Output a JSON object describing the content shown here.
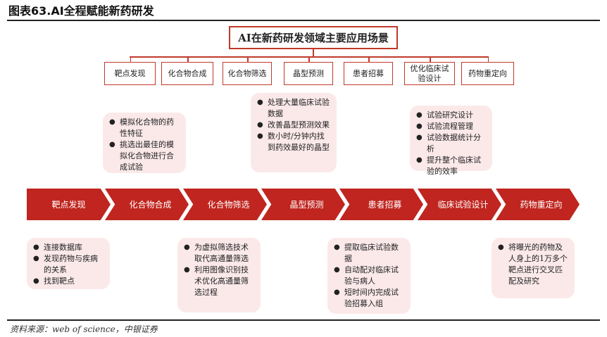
{
  "title": "图表63.AI全程赋能新药研发",
  "top_box": "AI在新药研发领域主要应用场景",
  "categories": [
    "靶点发现",
    "化合物合成",
    "化合物筛选",
    "晶型预测",
    "患者招募",
    "优化临床试验设计",
    "药物重定向"
  ],
  "upper_callouts": [
    [
      "模拟化合物的药性特征",
      "挑选出最佳的模拟化合物进行合成试验"
    ],
    [
      "处理大量临床试验数据",
      "改善晶型预测效果",
      "数小时/分钟内找到药效最好的晶型"
    ],
    [
      "试验研究设计",
      "试验流程管理",
      "试验数据统计分析",
      "提升整个临床试验的效率"
    ]
  ],
  "stages": [
    "靶点发现",
    "化合物合成",
    "化合物筛选",
    "晶型预测",
    "患者招募",
    "临床试验设计",
    "药物重定向"
  ],
  "lower_callouts": [
    [
      "连接数据库",
      "发现药物与疾病的关系",
      "找到靶点"
    ],
    [
      "为虚拟筛选技术取代高通量筛选",
      "利用图像识别技术优化高通量筛选过程"
    ],
    [
      "提取临床试验数据",
      "自动配对临床试验与病人",
      "短时间内完成试验招募入组"
    ],
    [
      "将曝光的药物及人身上的1万多个靶点进行交叉匹配及研究"
    ]
  ],
  "source": "资料来源：web of science，中银证券",
  "colors": {
    "accent": "#c0251f",
    "callout_bg": "#fbe9ea"
  }
}
